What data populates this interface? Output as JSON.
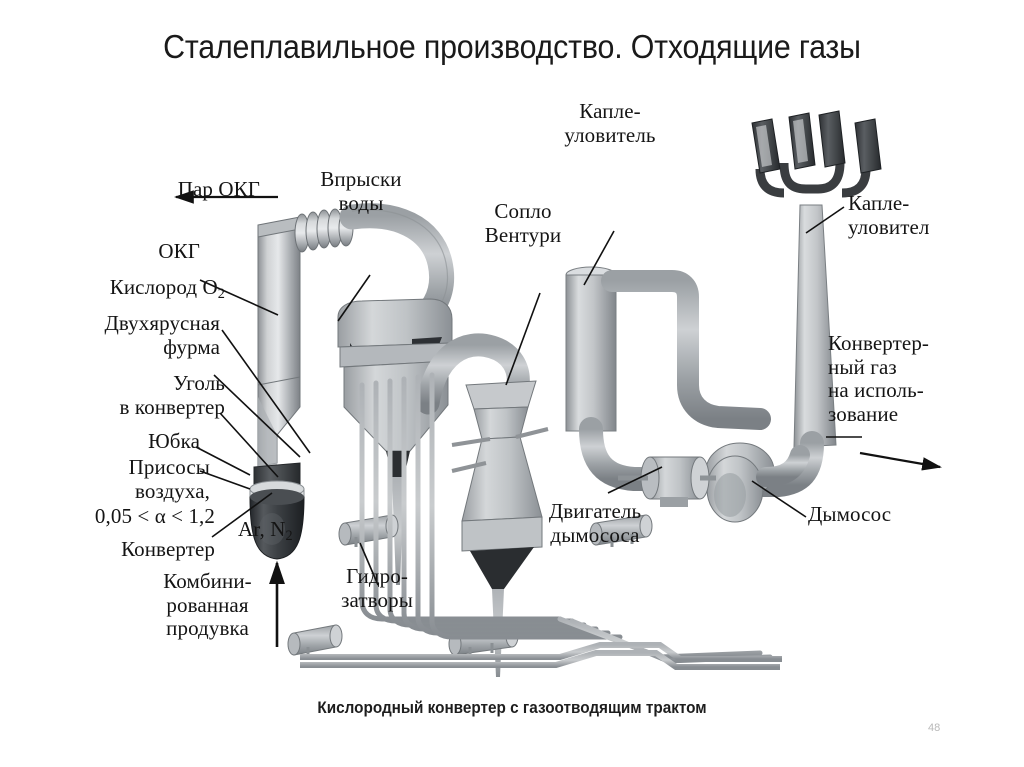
{
  "slide": {
    "title": "Сталеплавильное производство. Отходящие газы",
    "caption": "Кислородный конвертер с газоотводящим трактом",
    "page_number": "48",
    "background_color": "#ffffff",
    "text_color": "#141414",
    "metal_light": "#d8dadc",
    "metal_mid": "#a9adb1",
    "metal_dark": "#74797e",
    "metal_black": "#3a3d40"
  },
  "labels": {
    "steam_okg": "Пар ОКГ",
    "okg": "ОКГ",
    "oxygen": "Кислород О",
    "oxygen_sub": "2",
    "two_tier_lance": "Двухярусная\nфурма",
    "coal_to_converter": "Уголь\nв конвертер",
    "skirt": "Юбка",
    "air_leaks": "Присосы\nвоздуха,",
    "alpha_range": "0,05 < α < 1,2",
    "converter": "Конвертер",
    "combined_blowing": "Комбини-\nрованная\nпродувка",
    "ar_n2_prefix": "Ar,",
    "ar_n2_n": "N",
    "ar_n2_sub": "2",
    "water_injection": "Впрыски\nводы",
    "venturi_nozzle": "Сопло\nВентури",
    "droplet_catcher_top": "Капле-\nуловитель",
    "droplet_catcher_right": "Капле-\nуловител",
    "converter_gas_use": "Конвертер-\nный газ\nна исполь-\nзование",
    "hydro_seals": "Гидро-\nзатворы",
    "fan_motor": "Двигатель\nдымососа",
    "smoke_exhauster": "Дымосос"
  }
}
